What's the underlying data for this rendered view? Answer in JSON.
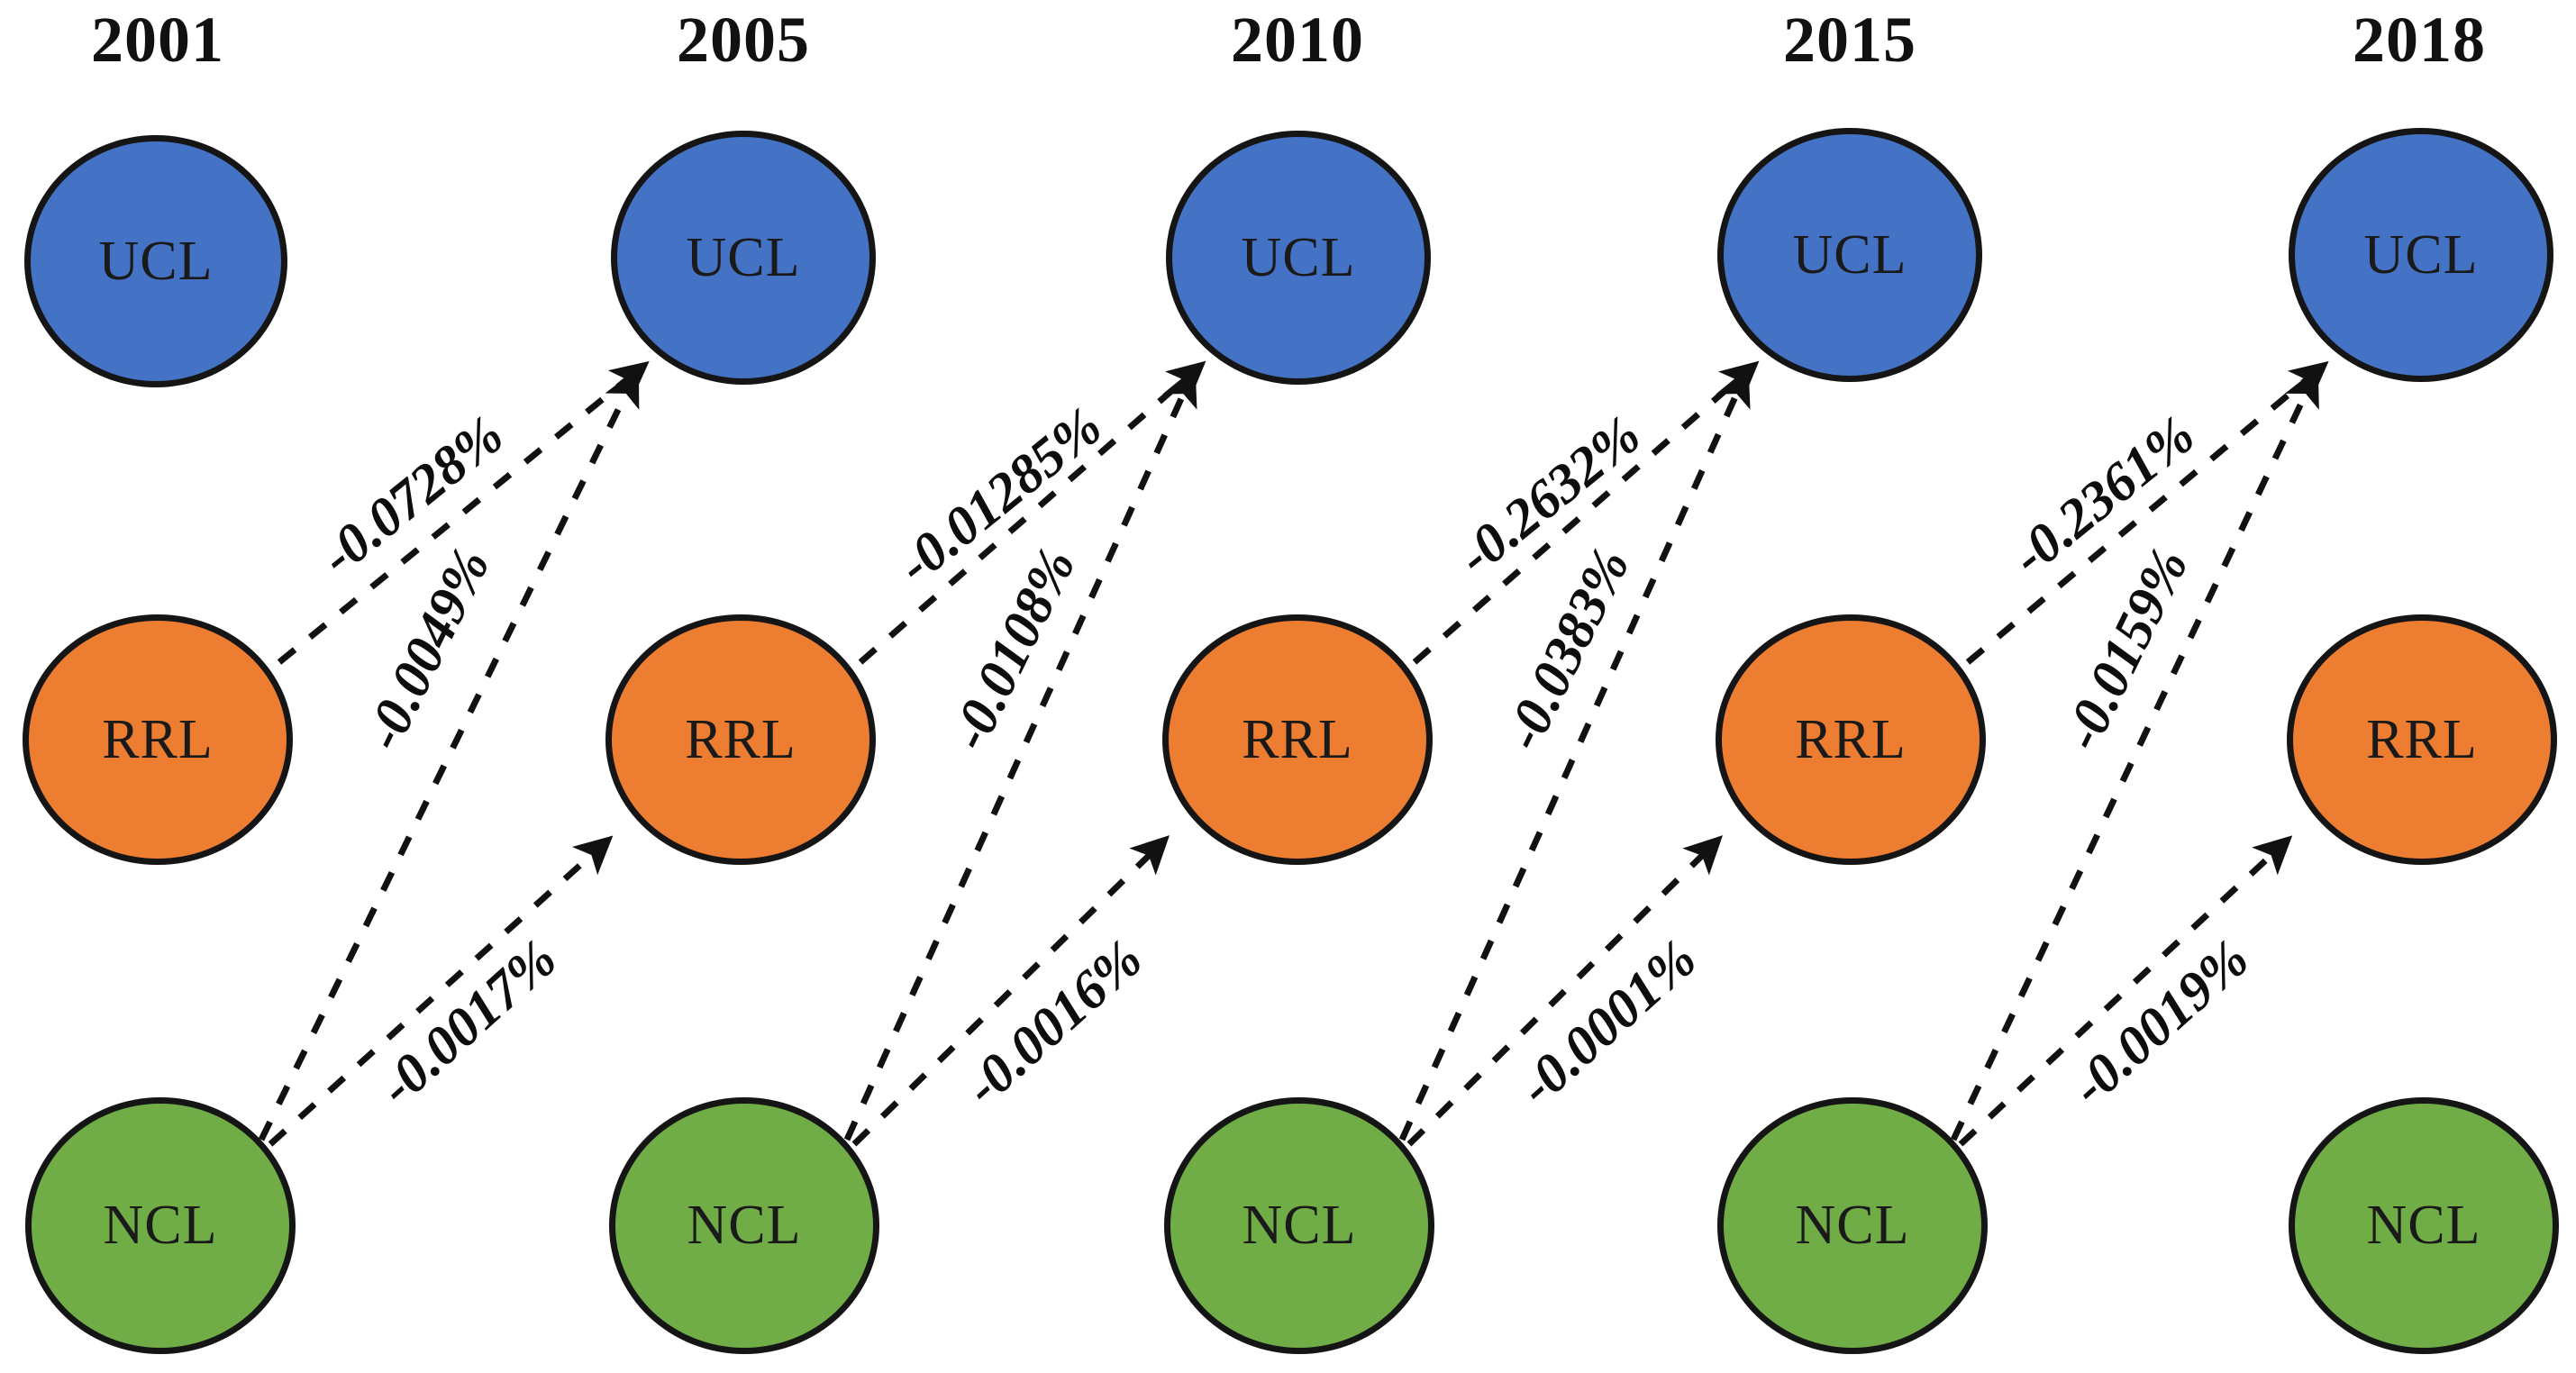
{
  "figure": {
    "type": "temporal-network-diagram",
    "background_color": "#ffffff",
    "node_border_color": "#151515",
    "edge_style": "dashed-arrow"
  },
  "columns": [
    {
      "year": "2001"
    },
    {
      "year": "2005"
    },
    {
      "year": "2010"
    },
    {
      "year": "2015"
    },
    {
      "year": "2018"
    }
  ],
  "node_types": [
    {
      "id": "ucl",
      "label": "UCL",
      "color": "#4472c4"
    },
    {
      "id": "rrl",
      "label": "RRL",
      "color": "#ed7d31"
    },
    {
      "id": "ncl",
      "label": "NCL",
      "color": "#70ad47"
    }
  ],
  "nodes": [
    {
      "col": 0,
      "type": "ucl",
      "label": "UCL",
      "year": "2001"
    },
    {
      "col": 0,
      "type": "rrl",
      "label": "RRL",
      "year": "2001"
    },
    {
      "col": 0,
      "type": "ncl",
      "label": "NCL",
      "year": "2001"
    },
    {
      "col": 1,
      "type": "ucl",
      "label": "UCL",
      "year": "2005"
    },
    {
      "col": 1,
      "type": "rrl",
      "label": "RRL",
      "year": "2005"
    },
    {
      "col": 1,
      "type": "ncl",
      "label": "NCL",
      "year": "2005"
    },
    {
      "col": 2,
      "type": "ucl",
      "label": "UCL",
      "year": "2010"
    },
    {
      "col": 2,
      "type": "rrl",
      "label": "RRL",
      "year": "2010"
    },
    {
      "col": 2,
      "type": "ncl",
      "label": "NCL",
      "year": "2010"
    },
    {
      "col": 3,
      "type": "ucl",
      "label": "UCL",
      "year": "2015"
    },
    {
      "col": 3,
      "type": "rrl",
      "label": "RRL",
      "year": "2015"
    },
    {
      "col": 3,
      "type": "ncl",
      "label": "NCL",
      "year": "2015"
    },
    {
      "col": 4,
      "type": "ucl",
      "label": "UCL",
      "year": "2018"
    },
    {
      "col": 4,
      "type": "rrl",
      "label": "RRL",
      "year": "2018"
    },
    {
      "col": 4,
      "type": "ncl",
      "label": "NCL",
      "year": "2018"
    }
  ],
  "edges": [
    {
      "from": "RRL 2001",
      "to": "UCL 2005",
      "label": "-0.0728%"
    },
    {
      "from": "NCL 2001",
      "to": "UCL 2005",
      "label": "-0.0049%"
    },
    {
      "from": "NCL 2001",
      "to": "RRL 2005",
      "label": "-0.0017%"
    },
    {
      "from": "RRL 2005",
      "to": "UCL 2010",
      "label": "-0.01285%"
    },
    {
      "from": "NCL 2005",
      "to": "UCL 2010",
      "label": "-0.0108%"
    },
    {
      "from": "NCL 2005",
      "to": "RRL 2010",
      "label": "-0.0016%"
    },
    {
      "from": "RRL 2010",
      "to": "UCL 2015",
      "label": "-0.2632%"
    },
    {
      "from": "NCL 2010",
      "to": "UCL 2015",
      "label": "-0.0383%"
    },
    {
      "from": "NCL 2010",
      "to": "RRL 2015",
      "label": "-0.0001%"
    },
    {
      "from": "RRL 2015",
      "to": "UCL 2018",
      "label": "-0.2361%"
    },
    {
      "from": "NCL 2015",
      "to": "UCL 2018",
      "label": "-0.0159%"
    },
    {
      "from": "NCL 2015",
      "to": "RRL 2018",
      "label": "-0.0019%"
    }
  ],
  "chart_data": {
    "type": "diagram",
    "title": "",
    "categories": [
      "2001",
      "2005",
      "2010",
      "2015",
      "2018"
    ],
    "series": [
      {
        "name": "RRL -> UCL",
        "values": [
          -0.0728,
          -0.01285,
          -0.2632,
          -0.2361
        ]
      },
      {
        "name": "NCL -> UCL",
        "values": [
          -0.0049,
          -0.0108,
          -0.0383,
          -0.0159
        ]
      },
      {
        "name": "NCL -> RRL",
        "values": [
          -0.0017,
          -0.0016,
          -0.0001,
          -0.0019
        ]
      }
    ],
    "transitions": [
      "2001-2005",
      "2005-2010",
      "2010-2015",
      "2015-2018"
    ],
    "units": "%"
  }
}
